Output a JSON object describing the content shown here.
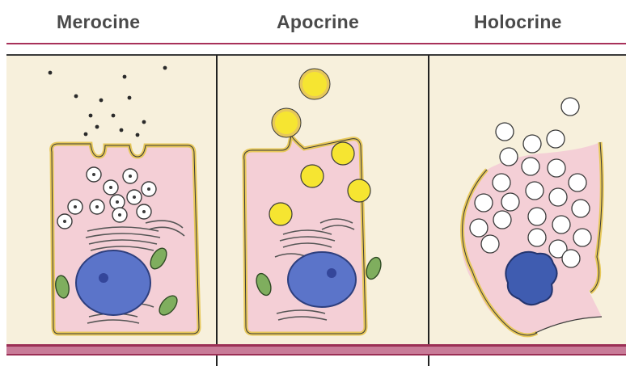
{
  "panels": [
    {
      "title": "Merocine"
    },
    {
      "title": "Apocrine"
    },
    {
      "title": "Holocrine"
    }
  ],
  "colors": {
    "background": "#f7f0dc",
    "cytoplasm": "#f4cfd6",
    "membrane": "#e7c85a",
    "nucleus": "#5b74c9",
    "secretory_yellow": "#f6e531",
    "mitochondria": "#7fae5e",
    "basal_band": "#c87b98",
    "accent_rule": "#a8315a"
  }
}
